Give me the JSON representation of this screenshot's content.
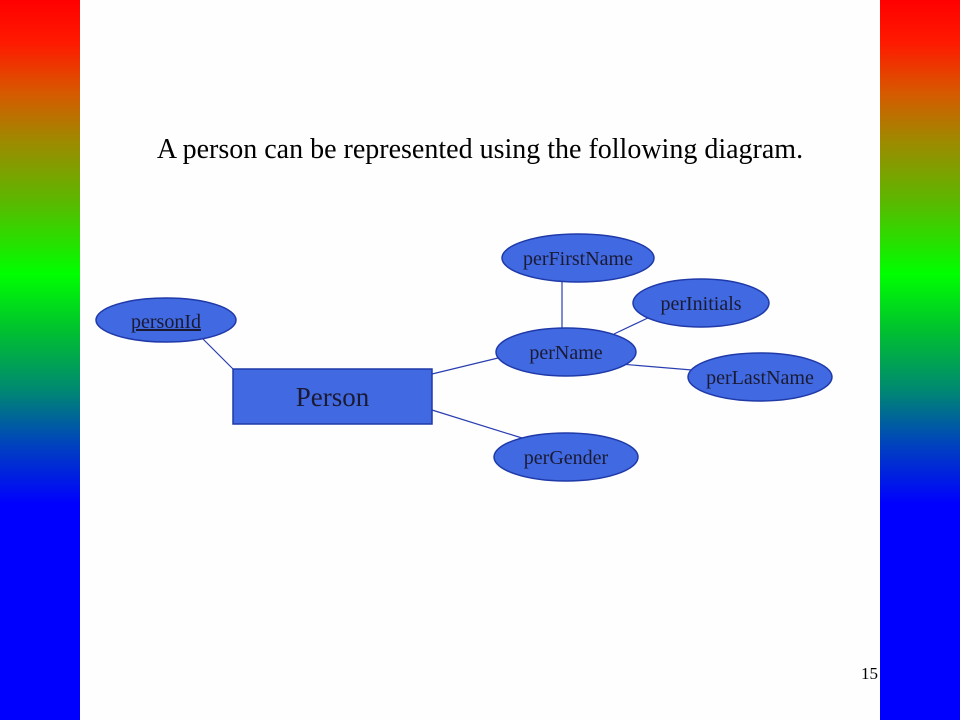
{
  "slide": {
    "title": "A person can be represented using the following diagram.",
    "page_number": "15"
  },
  "colors": {
    "shape_fill": "#4169e1",
    "shape_stroke": "#1f3aa8",
    "line": "#2a3fb0",
    "text": "#1a1a33"
  },
  "diagram": {
    "entity": {
      "label": "Person"
    },
    "attributes": {
      "personId": {
        "label": "personId",
        "key": true
      },
      "perName": {
        "label": "perName"
      },
      "perGender": {
        "label": "perGender"
      },
      "perFirstName": {
        "label": "perFirstName"
      },
      "perInitials": {
        "label": "perInitials"
      },
      "perLastName": {
        "label": "perLastName"
      }
    }
  }
}
